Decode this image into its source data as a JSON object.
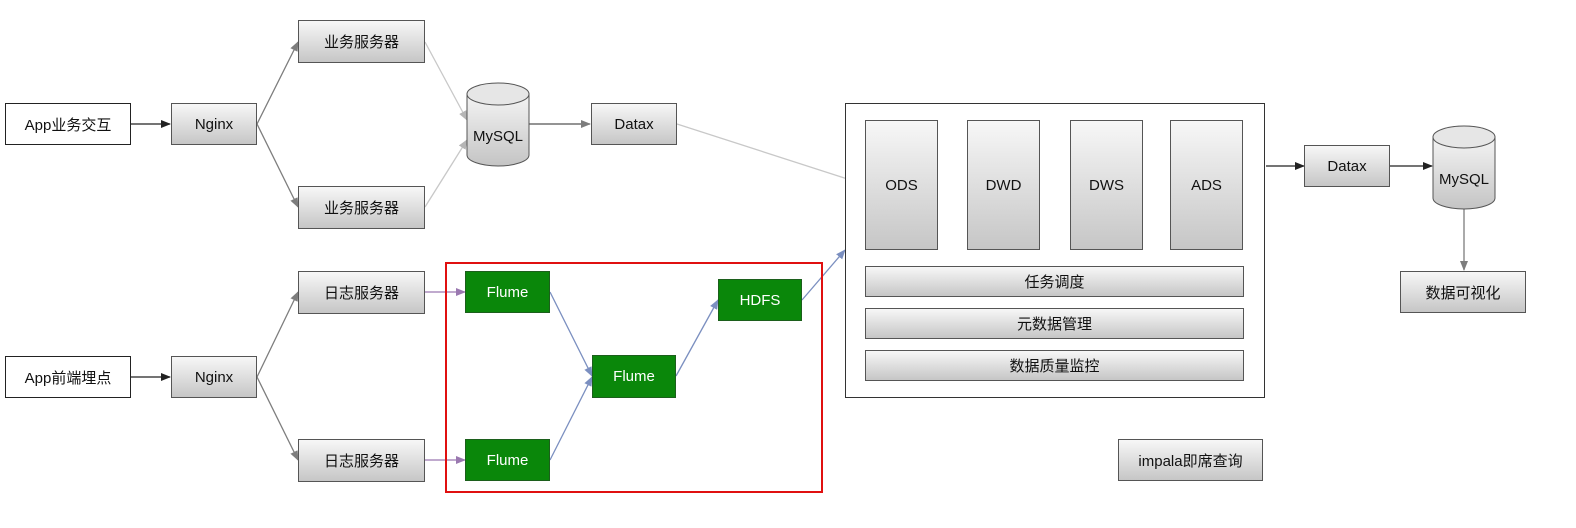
{
  "sources": {
    "app_interaction": "App业务交互",
    "app_tracking": "App前端埋点"
  },
  "nginx": {
    "top": "Nginx",
    "bottom": "Nginx"
  },
  "biz_servers": {
    "top": "业务服务器",
    "bottom": "业务服务器"
  },
  "log_servers": {
    "top": "日志服务器",
    "bottom": "日志服务器"
  },
  "mysql_source": "MySQL",
  "datax_in": "Datax",
  "flume": {
    "top": "Flume",
    "middle": "Flume",
    "bottom": "Flume"
  },
  "hdfs": "HDFS",
  "warehouse": {
    "layers": [
      "ODS",
      "DWD",
      "DWS",
      "ADS"
    ],
    "services": [
      "任务调度",
      "元数据管理",
      "数据质量监控"
    ]
  },
  "datax_out": "Datax",
  "mysql_target": "MySQL",
  "visualization": "数据可视化",
  "impala": "impala即席查询",
  "colors": {
    "flume_green": "#0a870a",
    "highlight_red": "#e01010",
    "edge_gray": "#c8c8c8",
    "edge_blue": "#7b8fc0",
    "edge_purple": "#9a78b0",
    "edge_black": "#222222"
  }
}
